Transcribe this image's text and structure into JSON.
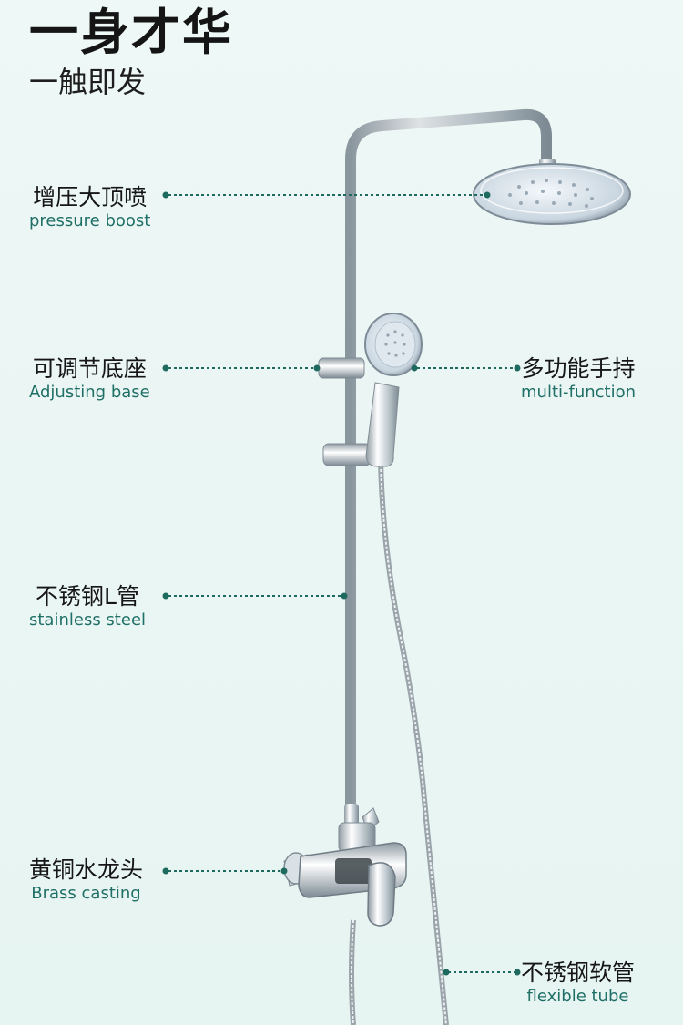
{
  "headline": {
    "title": "一身才华",
    "subtitle": "一触即发"
  },
  "features": [
    {
      "cn": "增压大顶喷",
      "en": "pressure boost"
    },
    {
      "cn": "可调节底座",
      "en": "Adjusting base"
    },
    {
      "cn": "多功能手持",
      "en": "multi-function"
    },
    {
      "cn": "不锈钢L管",
      "en": "stainless steel"
    },
    {
      "cn": "黄铜水龙头",
      "en": "Brass casting"
    },
    {
      "cn": "不锈钢软管",
      "en": "flexible tube"
    }
  ],
  "colors": {
    "leader": "#1f6a5e",
    "label_en": "#1f6f66",
    "chrome": "#c9d3d8",
    "background": "#e9f6f4"
  }
}
